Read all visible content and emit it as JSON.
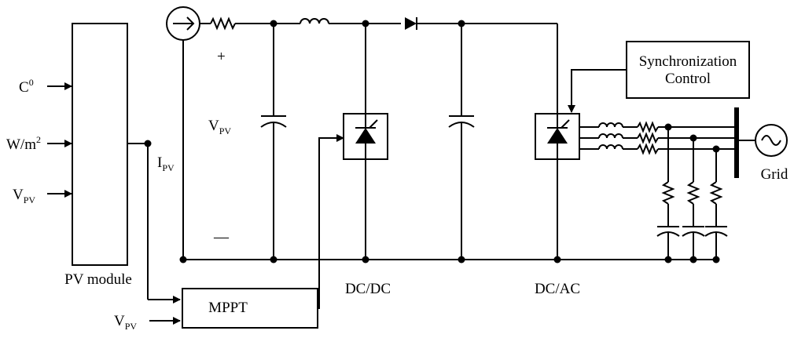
{
  "blocks": {
    "pv_module": "PV module",
    "mppt": "MPPT",
    "sync_line1": "Synchronization",
    "sync_line2": "Control",
    "dcdc": "DC/DC",
    "dcac": "DC/AC",
    "grid": "Grid"
  },
  "inputs": {
    "c_base": "C",
    "c_sup": "0",
    "irr_base": "W/m",
    "irr_sup": "2",
    "vpv_base": "V",
    "vpv_sub": "PV",
    "mppt_vpv_base": "V",
    "mppt_vpv_sub": "PV"
  },
  "labels": {
    "ipv_base": "I",
    "ipv_sub": "PV",
    "vpv_base": "V",
    "vpv_sub": "PV",
    "plus": "+",
    "minus": "—"
  }
}
